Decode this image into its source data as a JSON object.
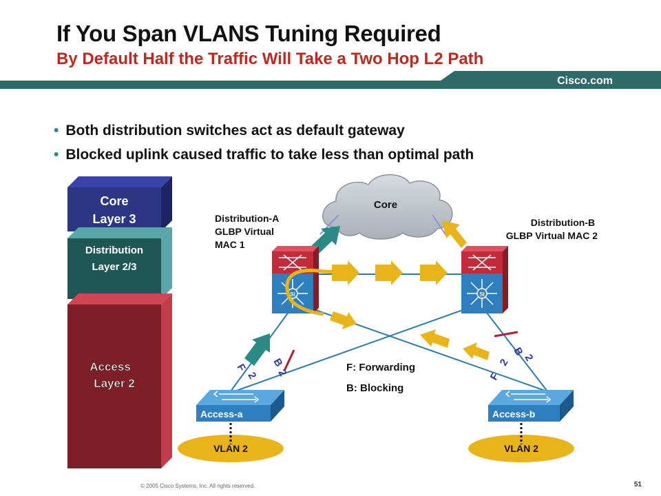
{
  "slide": {
    "title": "If You Span VLANS Tuning Required",
    "subtitle": "By Default Half the Traffic Will Take a Two Hop L2 Path",
    "brand": "Cisco.com",
    "bullets": [
      "Both distribution switches act as default gateway",
      "Blocked uplink caused traffic to take less than optimal path"
    ],
    "footer": "© 2005 Cisco Systems, Inc. All rights reserved.",
    "page_number": "51"
  },
  "layers": {
    "core_line1": "Core",
    "core_line2": "Layer 3",
    "dist_line1": "Distribution",
    "dist_line2": "Layer 2/3",
    "access_line1": "Access",
    "access_line2": "Layer 2"
  },
  "diagram": {
    "core": "Core",
    "dist_a": [
      "Distribution-A",
      "GLBP Virtual",
      "MAC 1"
    ],
    "dist_b": [
      "Distribution-B",
      "GLBP Virtual MAC 2"
    ],
    "access_a": "Access-a",
    "access_b": "Access-b",
    "vlan_a": "VLAN 2",
    "vlan_b": "VLAN 2",
    "legend_forwarding": "F: Forwarding",
    "legend_blocking": "B: Blocking",
    "port_f": "F",
    "port_b": "B",
    "port_num": "2",
    "si": "SI"
  },
  "colors": {
    "header_bar": "#2e6a6a",
    "title_red": "#c0281e",
    "core_layer": "#26307a",
    "dist_layer": "#1f5656",
    "access_layer": "#7c1f26",
    "arrow_gold": "#e9b31a",
    "arrow_teal": "#2b8a86",
    "link_blue": "#2a7ab0",
    "switch_blue": "#2d7fc0",
    "router_red": "#c32a3a"
  }
}
